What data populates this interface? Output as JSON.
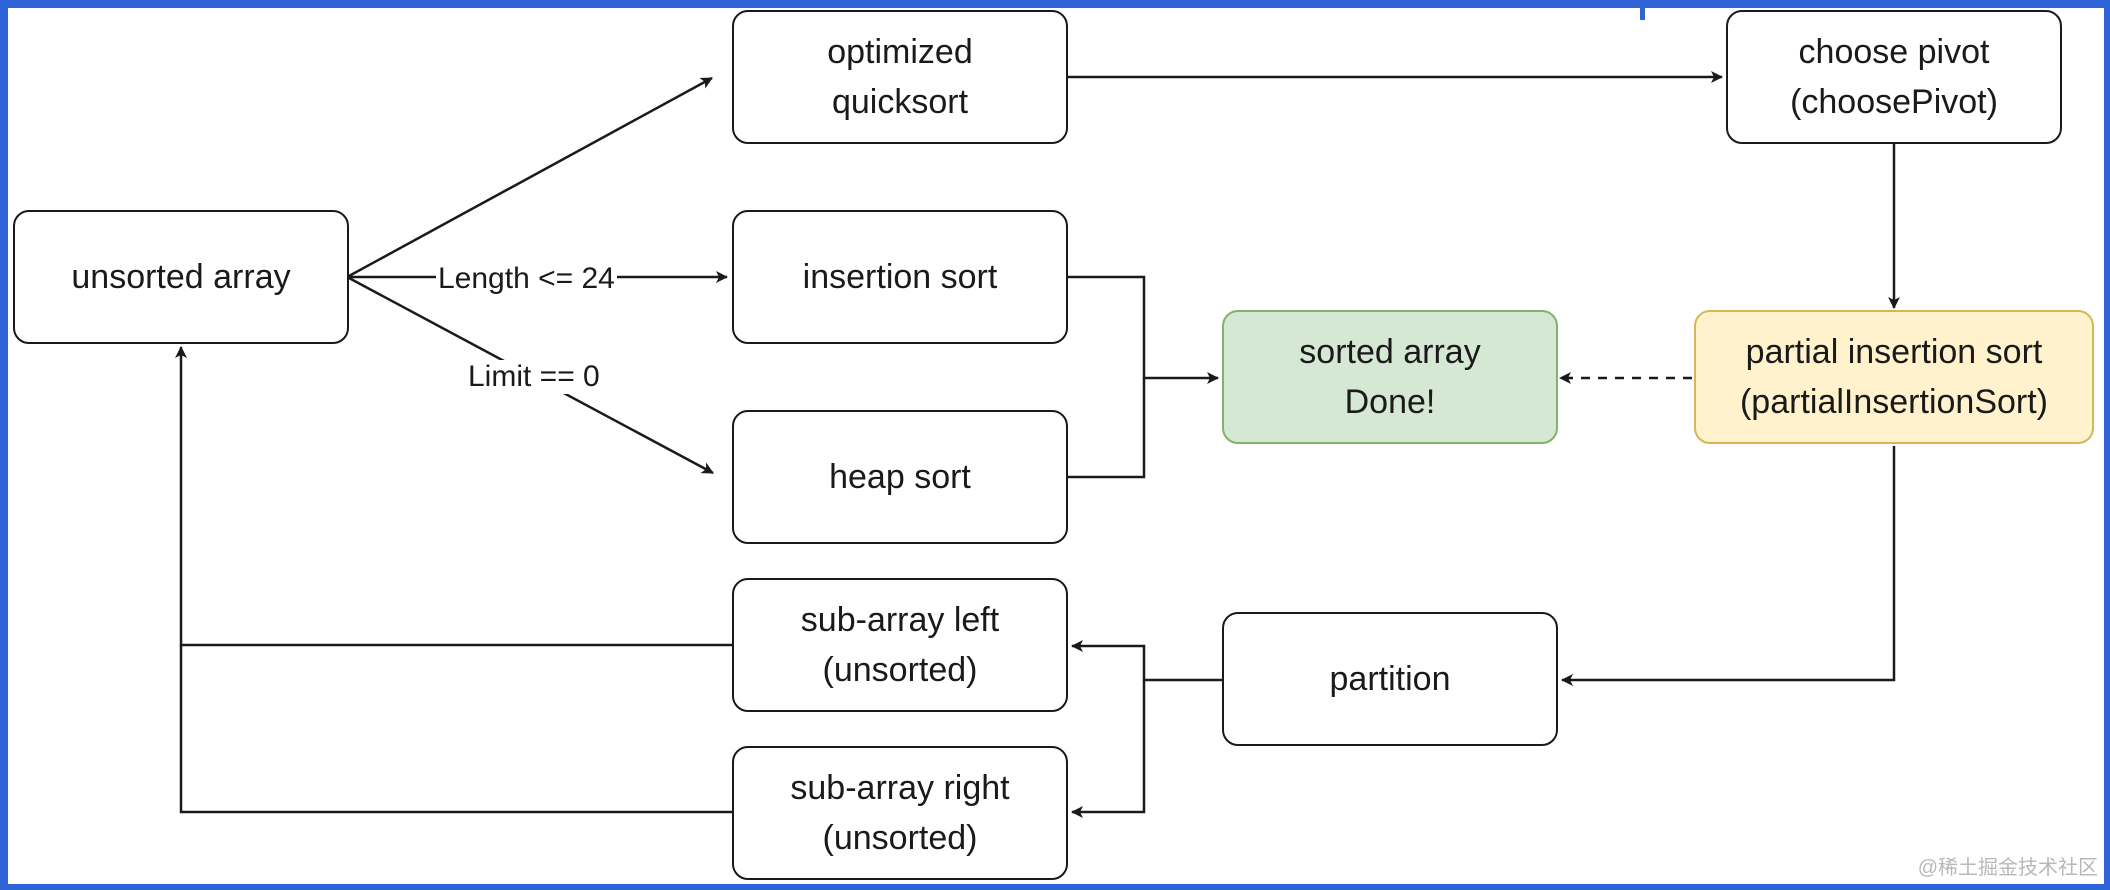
{
  "nodes": {
    "unsorted": {
      "lines": [
        "unsorted array"
      ]
    },
    "optimized": {
      "lines": [
        "optimized",
        "quicksort"
      ]
    },
    "insertion": {
      "lines": [
        "insertion sort"
      ]
    },
    "heap": {
      "lines": [
        "heap sort"
      ]
    },
    "sorted": {
      "lines": [
        "sorted array",
        "Done!"
      ]
    },
    "pivot": {
      "lines": [
        "choose pivot",
        "(choosePivot)"
      ]
    },
    "partial": {
      "lines": [
        "partial insertion sort",
        "(partialInsertionSort)"
      ]
    },
    "partition": {
      "lines": [
        "partition"
      ]
    },
    "left": {
      "lines": [
        "sub-array left",
        "(unsorted)"
      ]
    },
    "right": {
      "lines": [
        "sub-array right",
        "(unsorted)"
      ]
    }
  },
  "edge_labels": {
    "length": "Length <= 24",
    "limit": "Limit == 0"
  },
  "colors": {
    "frame": "#2f63d8",
    "done_fill": "#d5e8d4",
    "done_stroke": "#82b366",
    "partial_fill": "#fff2cc",
    "partial_stroke": "#d6b656"
  },
  "watermark": "@稀土掘金技术社区"
}
